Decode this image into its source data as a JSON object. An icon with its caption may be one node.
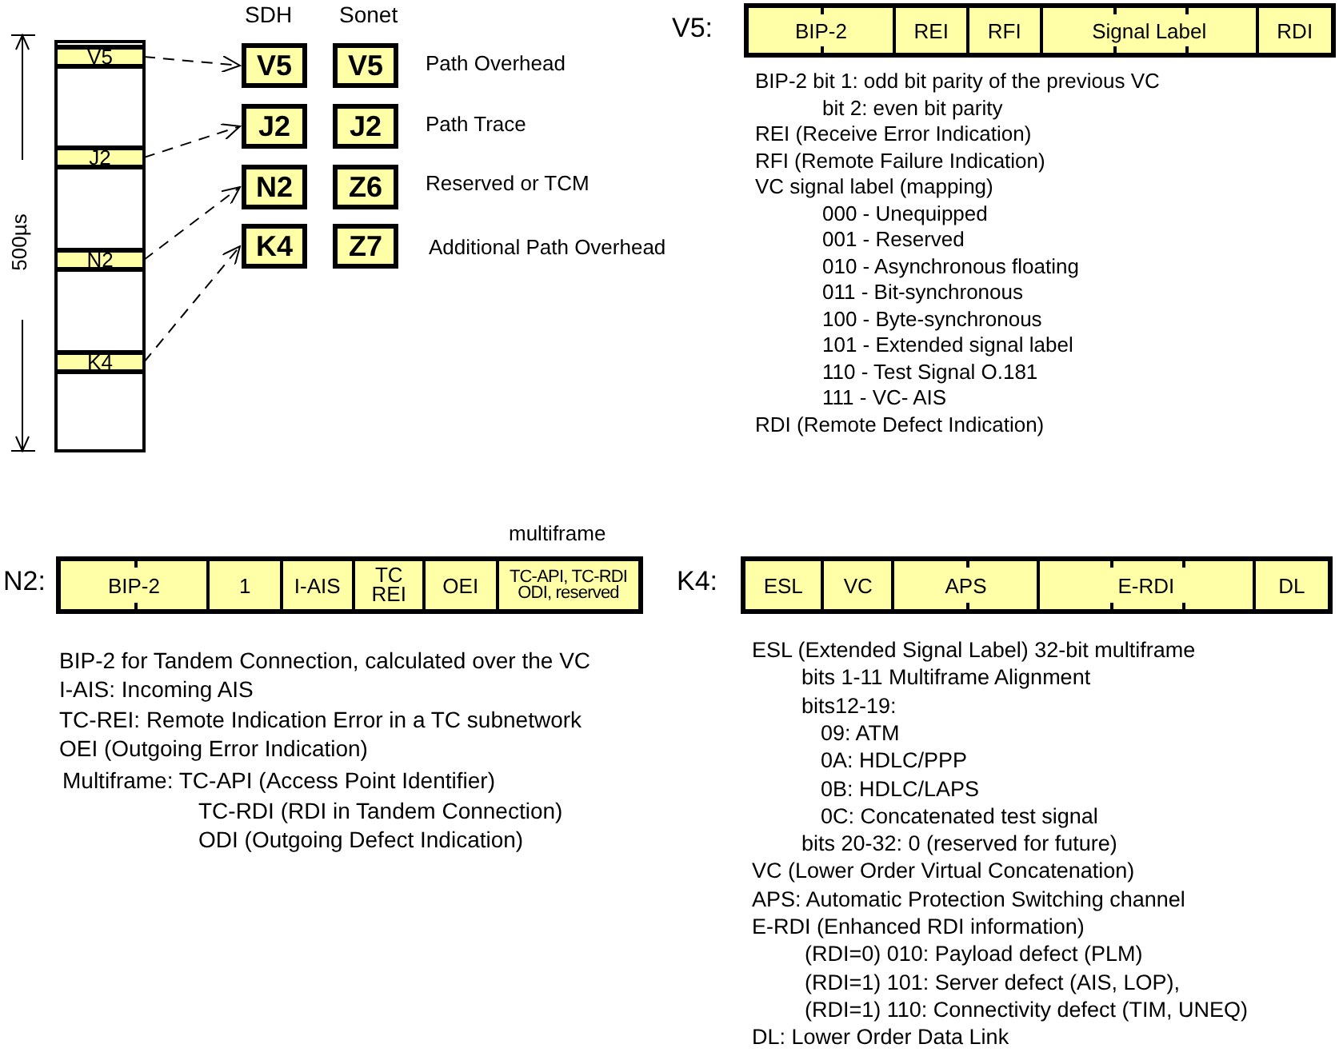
{
  "diagram": {
    "nodes": [
      {
        "text": [],
        "shape": "box"
      },
      {
        "text": [
          "V5"
        ],
        "in": 0
      },
      {
        "text": [
          "J2"
        ],
        "in": 0
      },
      {
        "text": [
          "N2"
        ],
        "in": 0
      },
      {
        "text": [
          "K4"
        ],
        "in": 0
      },
      {
        "text": [
          "V5"
        ]
      },
      {
        "text": [
          "V5"
        ]
      },
      {
        "text": [
          "J2"
        ]
      },
      {
        "text": [
          "J2"
        ]
      },
      {
        "text": [
          "N2"
        ]
      },
      {
        "text": [
          "Z6"
        ]
      },
      {
        "text": [
          "K4"
        ]
      },
      {
        "text": [
          "Z7"
        ]
      },
      {
        "text": [
          "V5:"
        ]
      },
      {
        "text": [
          "BIP-2"
        ],
        "in": 13
      },
      {
        "text": [
          "REI"
        ],
        "in": 13
      },
      {
        "text": [
          "RFI"
        ],
        "in": 13
      },
      {
        "text": [
          "Signal Label"
        ],
        "in": 13
      },
      {
        "text": [
          "RDI"
        ],
        "in": 13
      },
      {
        "text": [
          "N2:"
        ]
      },
      {
        "text": [
          "BIP-2"
        ],
        "in": 19
      },
      {
        "text": [
          "1"
        ],
        "in": 19
      },
      {
        "text": [
          "I-AIS"
        ],
        "in": 19
      },
      {
        "text": [
          "TC REI"
        ],
        "in": 19
      },
      {
        "text": [
          "OEI"
        ],
        "in": 19
      },
      {
        "text": [
          "TC-API, TC-RDI ODI, reserved"
        ],
        "in": 19
      },
      {
        "text": [
          "K4:"
        ]
      },
      {
        "text": [
          "ESL"
        ],
        "in": 26
      },
      {
        "text": [
          "VC"
        ],
        "in": 26
      },
      {
        "text": [
          "APS"
        ],
        "in": 26
      },
      {
        "text": [
          "E-RDI"
        ],
        "in": 26
      },
      {
        "text": [
          "DL"
        ],
        "in": 26
      }
    ],
    "edges": [
      {
        "from": 1,
        "to": 5,
        "arrow": "to",
        "style": "dashed"
      },
      {
        "from": 2,
        "to": 7,
        "arrow": "to",
        "style": "dashed"
      },
      {
        "from": 3,
        "to": 9,
        "arrow": "to",
        "style": "dashed"
      },
      {
        "from": 4,
        "to": 11,
        "arrow": "to",
        "style": "dashed"
      }
    ],
    "labels": [
      "SDH",
      "Sonet",
      "500µs",
      "Path Overhead",
      "Path Trace",
      "Reserved or TCM",
      "Additional Path Overhead",
      "BIP-2 bit 1: odd bit parity of the previous VC",
      "bit 2: even bit parity",
      "REI (Receive Error Indication)",
      "RFI (Remote Failure Indication)",
      "VC signal label (mapping)",
      "000 - Unequipped",
      "001 - Reserved",
      "010 - Asynchronous floating",
      "011 - Bit-synchronous",
      "100 - Byte-synchronous",
      "101 - Extended signal label",
      "110 - Test Signal O.181",
      "111 - VC- AIS",
      "RDI (Remote Defect Indication)",
      "multiframe",
      "BIP-2 for Tandem Connection, calculated over the VC",
      "I-AIS: Incoming AIS",
      "TC-REI: Remote Indication Error in a TC subnetwork",
      "OEI (Outgoing Error Indication)",
      "Multiframe: TC-API (Access Point Identifier)",
      "TC-RDI (RDI in Tandem Connection)",
      "ODI (Outgoing Defect Indication)",
      "ESL (Extended Signal Label) 32-bit multiframe",
      "bits 1-11 Multiframe Alignment",
      "bits12-19:",
      "09: ATM",
      "0A: HDLC/PPP",
      "0B: HDLC/LAPS",
      "0C: Concatenated test signal",
      "bits 20-32: 0 (reserved for future)",
      "VC (Lower Order Virtual Concatenation)",
      "APS: Automatic Protection Switching channel",
      "E-RDI (Enhanced RDI information)",
      "(RDI=0) 010: Payload defect (PLM)",
      "(RDI=1) 101: Server defect (AIS, LOP),",
      "(RDI=1) 110: Connectivity defect (TIM, UNEQ)",
      "DL: Lower Order Data Link"
    ]
  }
}
